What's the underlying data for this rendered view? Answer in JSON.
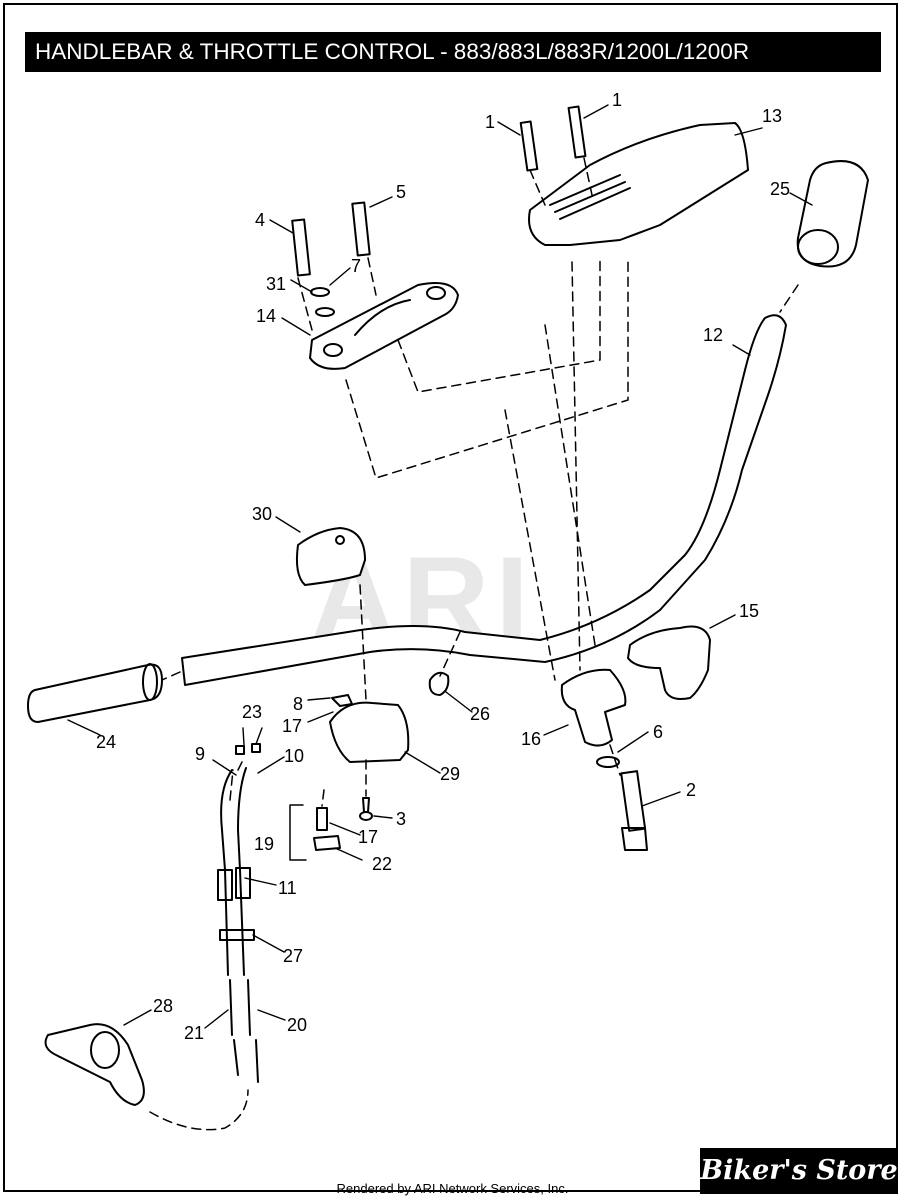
{
  "title": "HANDLEBAR & THROTTLE CONTROL - 883/883L/883R/1200L/1200R",
  "footer": "Rendered by ARI Network Services, Inc.",
  "watermark": "ARI",
  "store": "Biker's Store",
  "callouts": [
    "1",
    "1",
    "13",
    "25",
    "4",
    "5",
    "31",
    "7",
    "14",
    "12",
    "30",
    "15",
    "8",
    "17",
    "24",
    "23",
    "26",
    "16",
    "6",
    "9",
    "10",
    "29",
    "2",
    "3",
    "19",
    "17",
    "22",
    "11",
    "27",
    "28",
    "21",
    "20"
  ]
}
